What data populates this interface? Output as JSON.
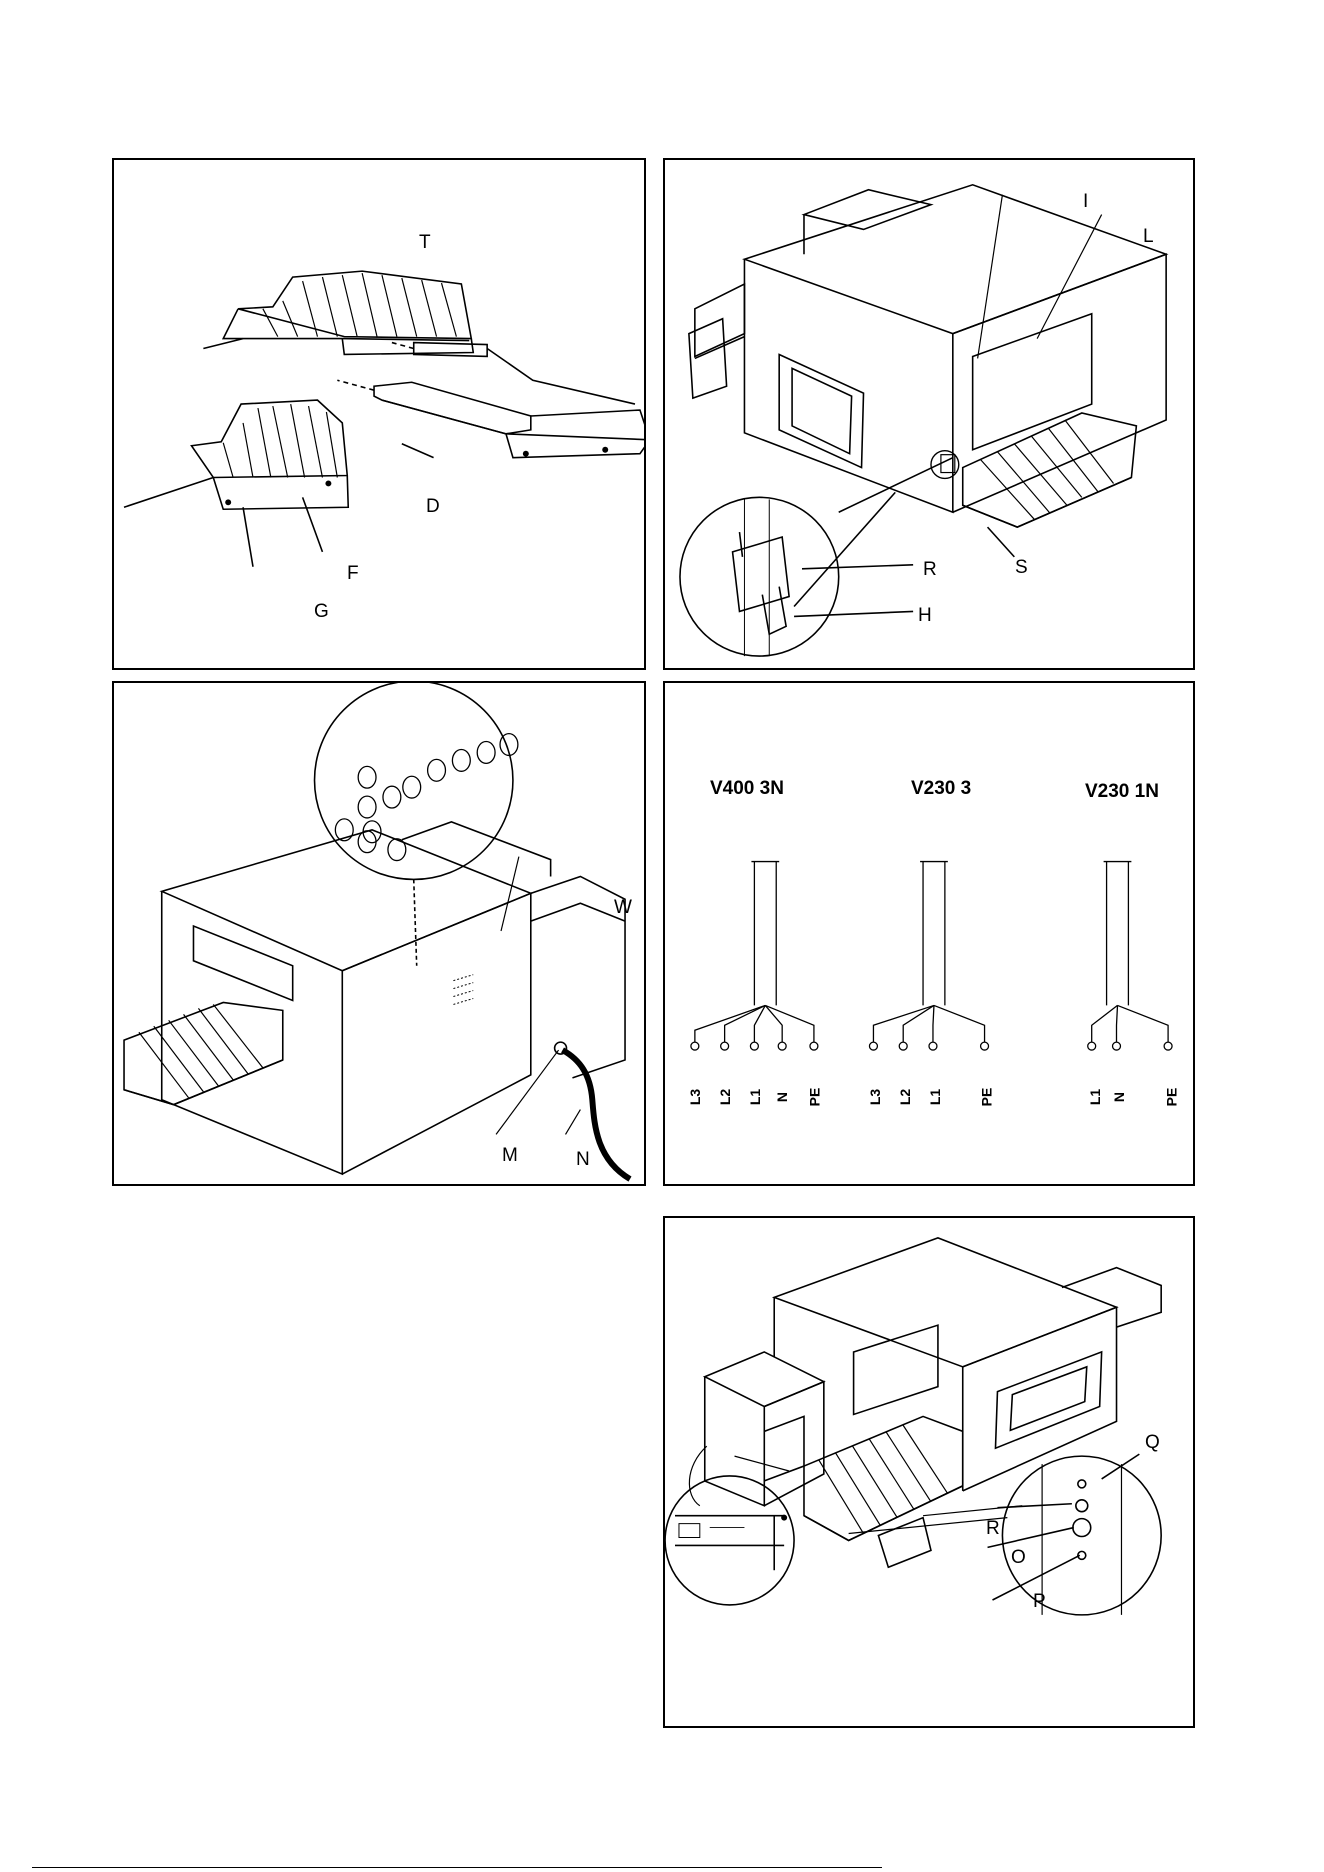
{
  "panel1": {
    "labels": {
      "T": "T",
      "D": "D",
      "F": "F",
      "G": "G"
    }
  },
  "panel2": {
    "labels": {
      "I": "I",
      "L": "L",
      "R": "R",
      "S": "S",
      "H": "H"
    }
  },
  "panel3": {
    "labels": {
      "W": "W",
      "M": "M",
      "N": "N"
    }
  },
  "panel4": {
    "v400": {
      "title": "V400 3N",
      "terminals": [
        "L3",
        "L2",
        "L1",
        "N",
        "PE"
      ]
    },
    "v230_3": {
      "title": "V230 3",
      "terminals": [
        "L3",
        "L2",
        "L1",
        "PE"
      ]
    },
    "v230_1n": {
      "title": "V230 1N",
      "terminals": [
        "L1",
        "N",
        "PE"
      ]
    }
  },
  "panel5": {
    "labels": {
      "Q": "Q",
      "R": "R",
      "O": "O",
      "P": "P"
    }
  }
}
